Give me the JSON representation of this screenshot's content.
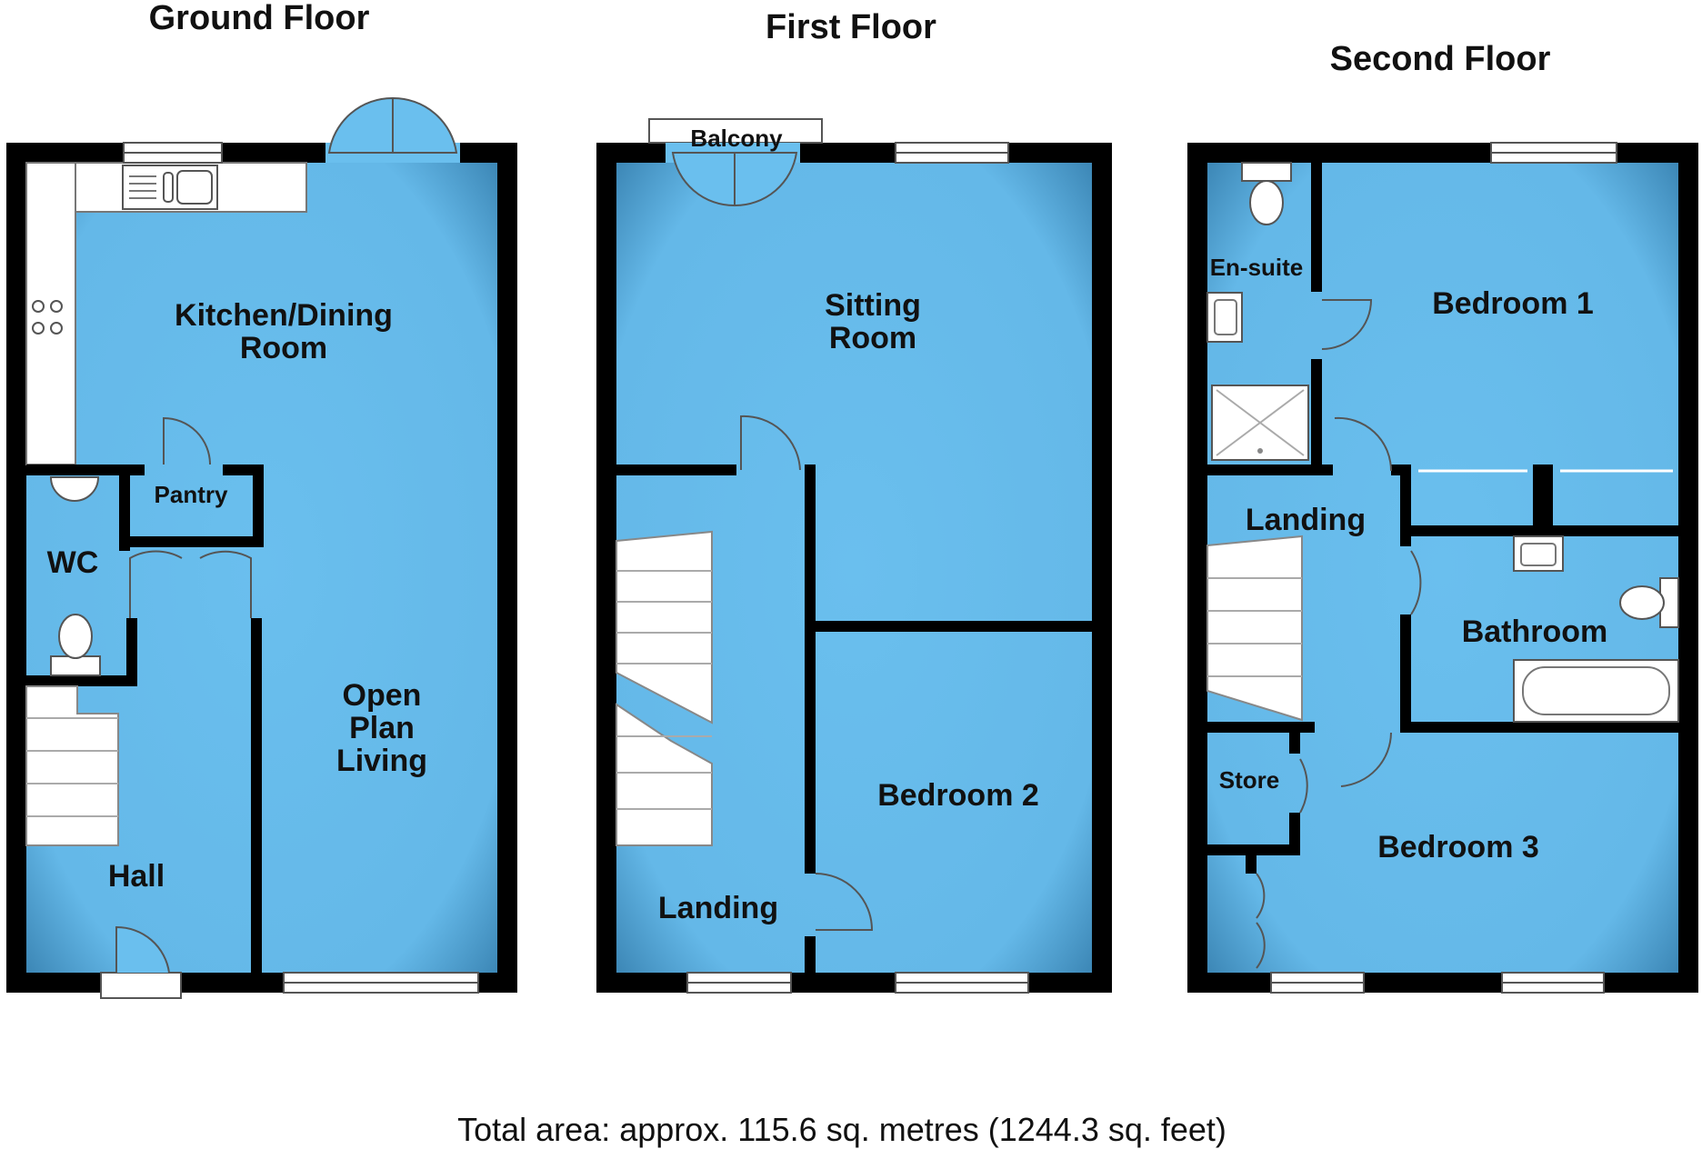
{
  "floors": {
    "ground": {
      "title": "Ground Floor",
      "rooms": {
        "kitchen_line1": "Kitchen/Dining",
        "kitchen_line2": "Room",
        "pantry": "Pantry",
        "wc": "WC",
        "open_line1": "Open",
        "open_line2": "Plan",
        "open_line3": "Living",
        "hall": "Hall"
      }
    },
    "first": {
      "title": "First Floor",
      "rooms": {
        "balcony": "Balcony",
        "sitting_line1": "Sitting",
        "sitting_line2": "Room",
        "bedroom2": "Bedroom 2",
        "landing": "Landing"
      }
    },
    "second": {
      "title": "Second Floor",
      "rooms": {
        "ensuite": "En-suite",
        "bedroom1": "Bedroom 1",
        "landing": "Landing",
        "bathroom": "Bathroom",
        "store": "Store",
        "bedroom3": "Bedroom 3"
      }
    }
  },
  "footer": "Total area: approx. 115.6 sq. metres (1244.3 sq. feet)",
  "colors": {
    "floor": "#6ABFEE",
    "wall": "#000000",
    "fixture": "#FFFFFF"
  }
}
